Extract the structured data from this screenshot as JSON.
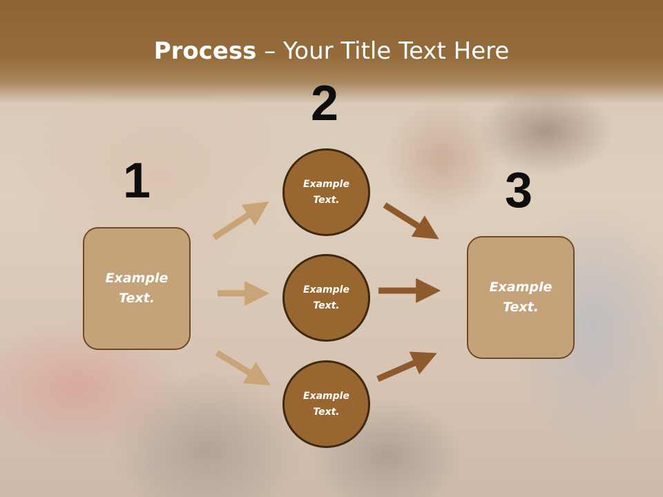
{
  "slide": {
    "title_bold": "Process",
    "title_rest": " – Your Title Text Here"
  },
  "steps": [
    {
      "number": "1"
    },
    {
      "number": "2"
    },
    {
      "number": "3"
    }
  ],
  "left_box": {
    "text": "Example\nText."
  },
  "circles": [
    {
      "text": "Example\nText."
    },
    {
      "text": "Example\nText."
    },
    {
      "text": "Example\nText."
    }
  ],
  "right_box": {
    "text": "Example\nText."
  },
  "colors": {
    "header": "#8c6434",
    "box_fill": "#c4a27a",
    "circle_fill": "#99662f",
    "light_arrow": "#c9a477",
    "dark_arrow": "#8e5a2b"
  }
}
